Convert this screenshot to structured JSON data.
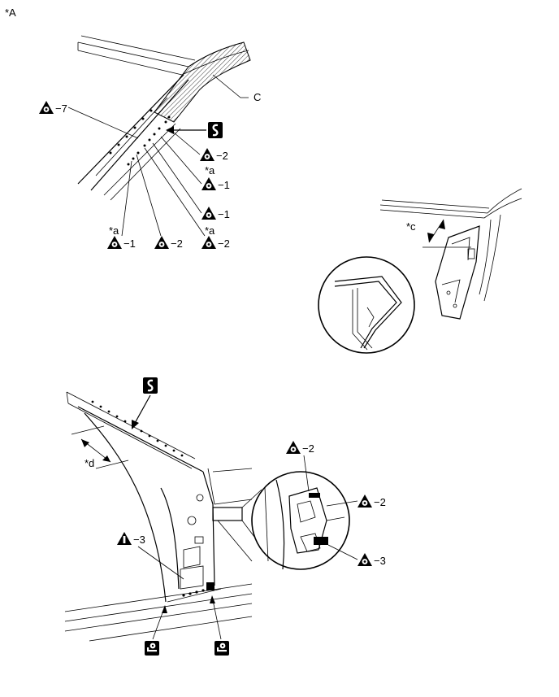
{
  "header": {
    "figure_label": "*A"
  },
  "callouts": {
    "c": "C",
    "a": "*a",
    "c_dim": "*c",
    "d_dim": "*d"
  },
  "welds": {
    "w7": "−7",
    "w2": "−2",
    "w1": "−1",
    "w3": "−3"
  },
  "colors": {
    "ink": "#000000",
    "paper": "#ffffff",
    "hatch": "#000000"
  },
  "icons": {
    "spot_weld": "triangle-with-circle-icon",
    "plug_weld": "triangle-with-bar-icon",
    "sealer": "s-curve-icon",
    "grinder": "grinder-icon"
  }
}
